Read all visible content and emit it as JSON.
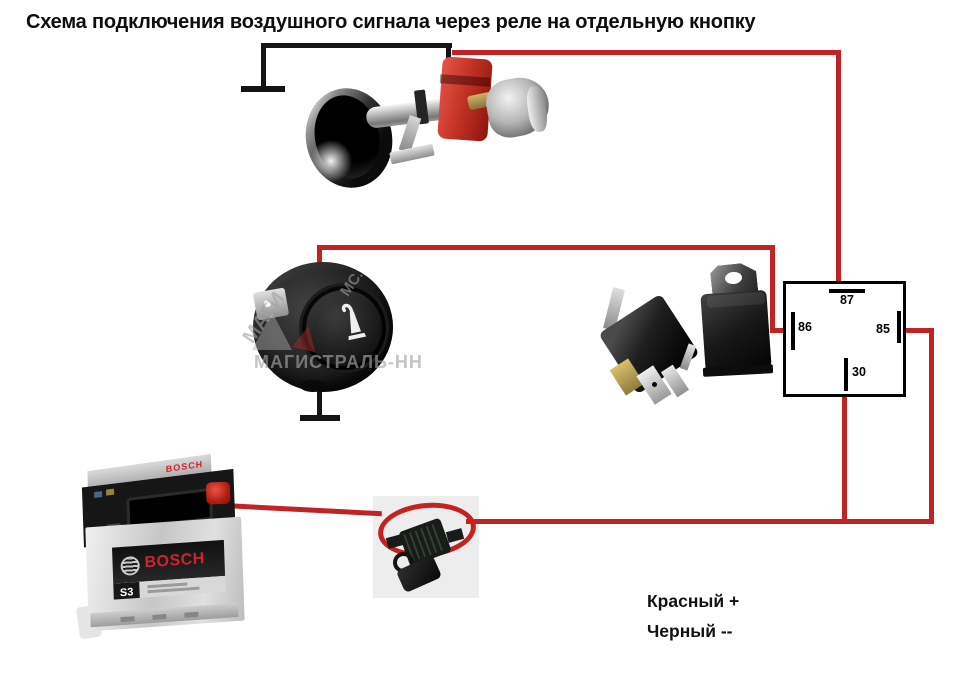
{
  "title": "Схема подключения воздушного сигнала через реле на отдельную кнопку",
  "legend": {
    "line1": "Красный +",
    "line2": "Черный --"
  },
  "relay_pinout": {
    "pin_top": "87",
    "pin_left": "86",
    "pin_right": "85",
    "pin_bottom": "30"
  },
  "battery": {
    "brand": "BOSCH",
    "brand_top": "BOSCH",
    "series": "S3"
  },
  "watermark": {
    "diag_top": "МАГИ",
    "diag_small": "МС.",
    "band": "МАГИСТРАЛЬ-НН"
  },
  "components": {
    "air_horn": "air-horn-photo",
    "horn_button": "horn-button-photo",
    "relay_left": "relay-photo-left",
    "relay_right": "relay-photo-right",
    "relay_pinout_box": "relay-pinout-diagram",
    "battery": "battery-photo",
    "fuse_holder": "inline-fuse-holder-photo"
  },
  "colors": {
    "wire_red": "#c02323",
    "wire_black": "#141414",
    "bosch_red": "#d1232e",
    "fuse_loop_red": "#c5211f",
    "compressor_red": "#c9372a"
  }
}
